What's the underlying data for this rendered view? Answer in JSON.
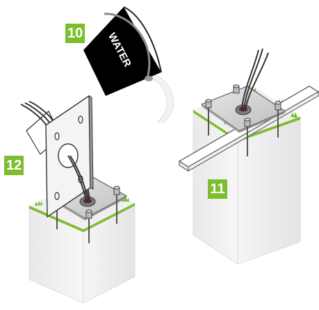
{
  "steps": [
    {
      "number": "10"
    },
    {
      "number": "11"
    },
    {
      "number": "12"
    }
  ],
  "bucket": {
    "label": "WATER"
  },
  "colors": {
    "step_badge": "#7dbd2e",
    "grass": "#7dbd2e",
    "bucket": "#000000",
    "concrete_side": "#f4f4f4",
    "plate": "#d9d9d9",
    "bolt": "#bcbcbc"
  }
}
